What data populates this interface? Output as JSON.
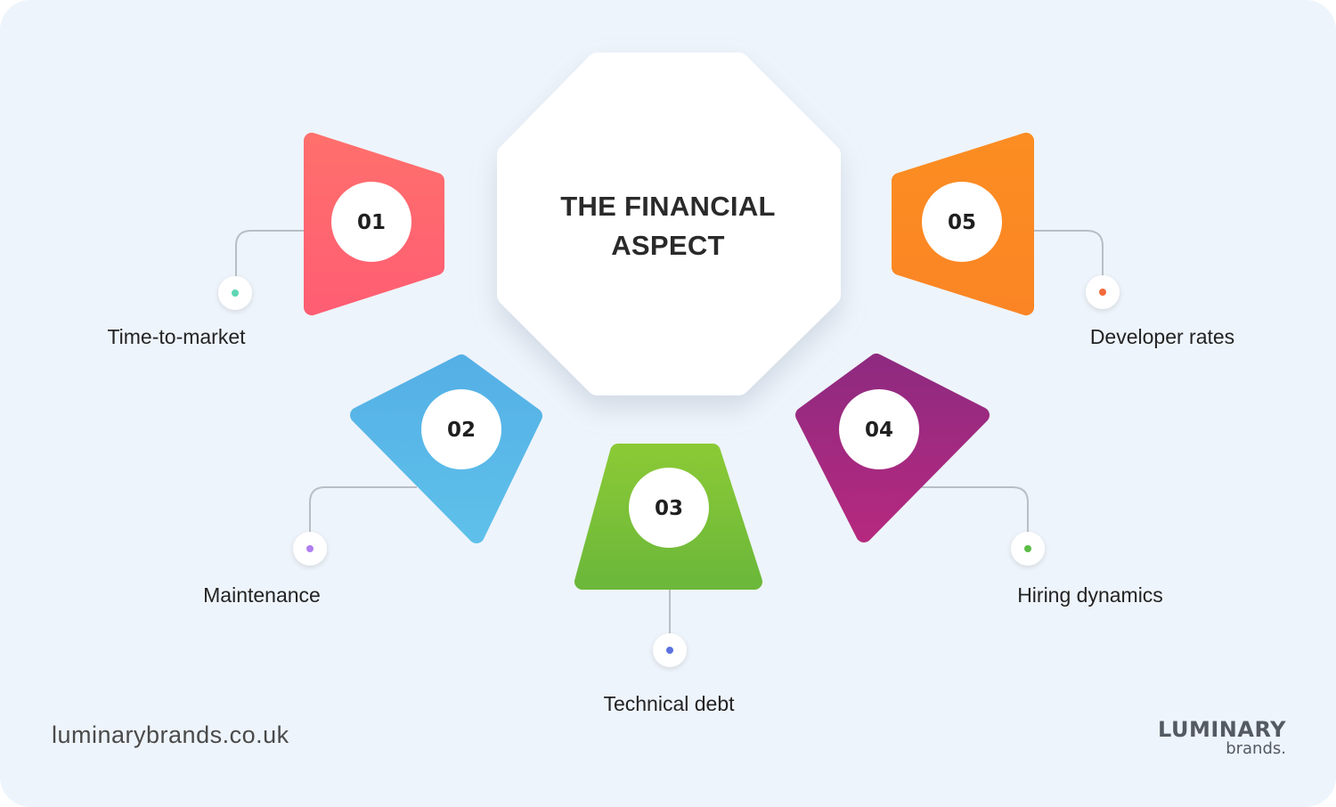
{
  "center": {
    "title_line1": "THE FINANCIAL",
    "title_line2": "ASPECT"
  },
  "items": [
    {
      "number": "01",
      "label": "Time-to-market",
      "color": "#ff6b6b",
      "dot_color": "#5fd6b4"
    },
    {
      "number": "02",
      "label": "Maintenance",
      "color": "#5ab8e8",
      "dot_color": "#b07ef0"
    },
    {
      "number": "03",
      "label": "Technical debt",
      "color": "#7cc138",
      "dot_color": "#5b72e0"
    },
    {
      "number": "04",
      "label": "Hiring dynamics",
      "color": "#a0287f",
      "dot_color": "#5cbb46"
    },
    {
      "number": "05",
      "label": "Developer rates",
      "color": "#fb8a22",
      "dot_color": "#f06a3a"
    }
  ],
  "footer": {
    "website": "luminarybrands.co.uk",
    "brand_main": "LUMINARY",
    "brand_sub": "brands."
  }
}
